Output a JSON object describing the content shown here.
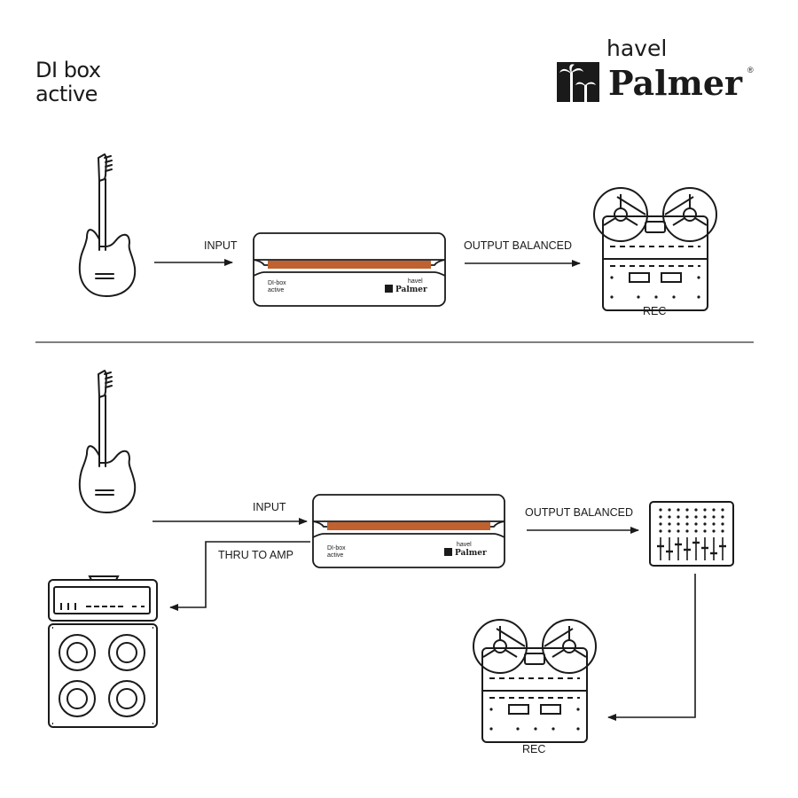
{
  "header": {
    "title_line1": "DI box",
    "title_line2": "active"
  },
  "brand": {
    "small": "havel",
    "big": "Palmer",
    "registered": "®"
  },
  "device": {
    "label_line1": "DI-box",
    "label_line2": "active",
    "brand_small": "havel",
    "brand_big": "Palmer",
    "stripe_color": "#c0622f"
  },
  "diagram_top": {
    "input_label": "INPUT",
    "output_label": "OUTPUT BALANCED",
    "recorder_label": "REC"
  },
  "diagram_bottom": {
    "input_label": "INPUT",
    "output_label": "OUTPUT BALANCED",
    "thru_label": "THRU TO AMP",
    "recorder_label": "REC"
  }
}
